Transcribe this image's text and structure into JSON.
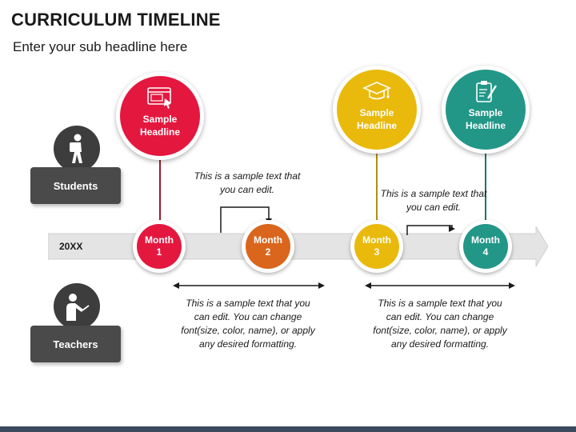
{
  "header": {
    "title": "CURRICULUM TIMELINE",
    "subtitle": "Enter your sub headline here"
  },
  "roles": {
    "students": {
      "label": "Students",
      "icon": "student-with-backpack-icon"
    },
    "teachers": {
      "label": "Teachers",
      "icon": "teacher-pointing-icon"
    }
  },
  "timeline": {
    "year": "20XX",
    "arrow_color": "#e4e4e4"
  },
  "headlines": [
    {
      "label": "Sample Headline",
      "color": "#e4183f",
      "icon": "monitor-cursor-icon"
    },
    {
      "label": "Sample Headline",
      "color": "#e9b90c",
      "icon": "graduation-cap-icon"
    },
    {
      "label": "Sample Headline",
      "color": "#229787",
      "icon": "clipboard-pencil-icon"
    }
  ],
  "months": [
    {
      "label": "Month",
      "number": "1",
      "color": "#e4183f"
    },
    {
      "label": "Month",
      "number": "2",
      "color": "#d9661c"
    },
    {
      "label": "Month",
      "number": "3",
      "color": "#e9b90c"
    },
    {
      "label": "Month",
      "number": "4",
      "color": "#229787"
    }
  ],
  "notes": {
    "top_left": "This is a sample text that you can edit.",
    "top_right": "This is a sample text that you can edit.",
    "bottom_left": "This is a sample text that you can edit. You can change font(size, color, name), or apply any desired formatting.",
    "bottom_right": "This is a sample text that you can edit. You can change font(size, color, name), or apply any desired formatting."
  }
}
